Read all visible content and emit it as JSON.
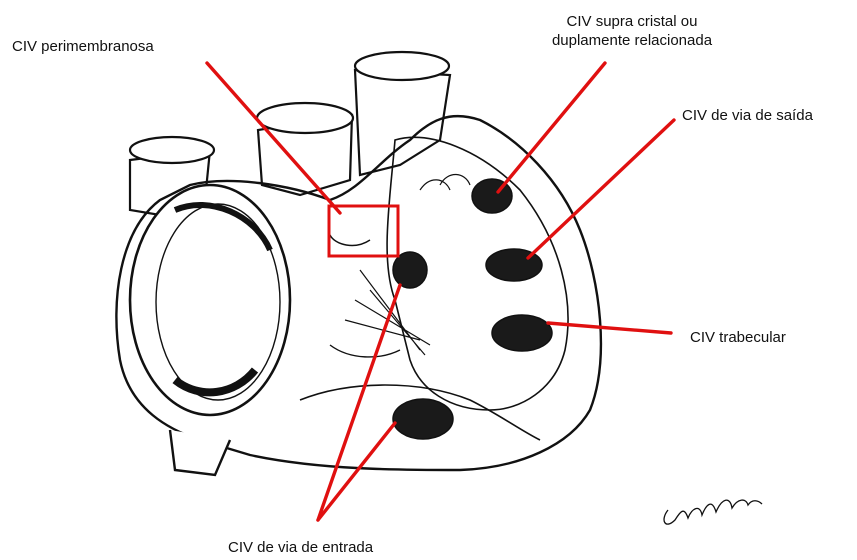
{
  "labels": {
    "perimembranosa": "CIV perimembranosa",
    "supra_line1": "CIV supra cristal ou",
    "supra_line2": "duplamente relacionada",
    "saida": "CIV de via de saída",
    "trabecular": "CIV trabecular",
    "entrada": "CIV de via de entrada"
  },
  "colors": {
    "leader": "#e01010",
    "ink": "#111111"
  }
}
